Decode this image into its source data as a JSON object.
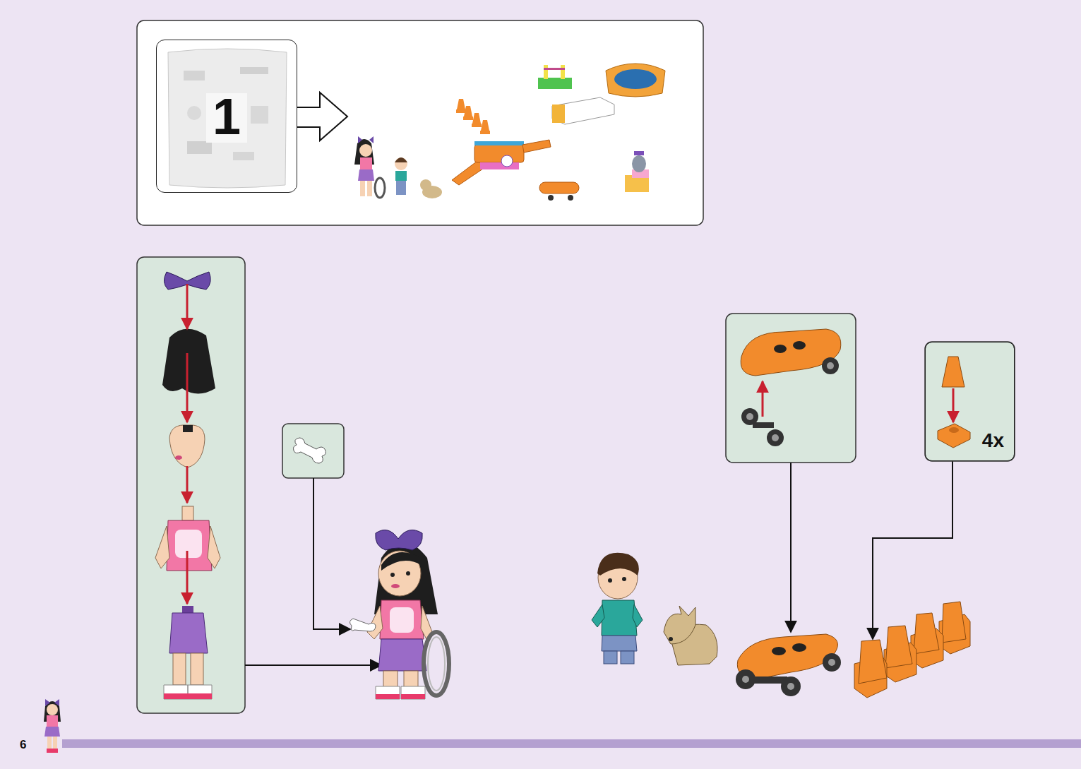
{
  "diagram": {
    "nodes": [
      {
        "text": [
          "1"
        ]
      },
      {
        "text": [
          "4x"
        ]
      }
    ],
    "labels": [
      "6"
    ]
  }
}
